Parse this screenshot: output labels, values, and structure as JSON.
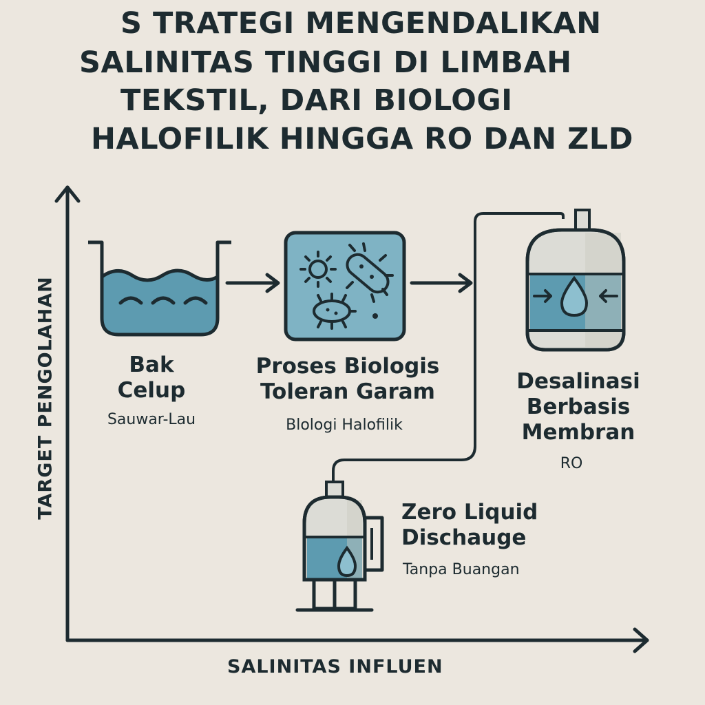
{
  "title": {
    "lines": [
      "S TRATEGI MENGENDALIKAN",
      "SALINITAS TINGGI DI LIMBAH",
      "TEKSTIL, DARI BIOLOGI",
      "HALOFILIK HINGGA RO DAN ZLD"
    ]
  },
  "axes": {
    "x_label": "SALINITAS INFLUEN",
    "y_label": "TARGET PENGOLAHAN"
  },
  "nodes": {
    "bak": {
      "title_lines": [
        "Bak",
        "Celup"
      ],
      "subtitle": "Sauwar-Lau",
      "icon": "dye-tank-icon"
    },
    "bio": {
      "title_lines": [
        "Proses Biologis",
        "Toleran Garam"
      ],
      "subtitle": "Blologi Halofilik",
      "icon": "bacteria-icon"
    },
    "ro": {
      "title_lines": [
        "Desalinasi",
        "Berbasis",
        "Membran"
      ],
      "subtitle": "RO",
      "icon": "membrane-vessel-icon"
    },
    "zld": {
      "title_lines": [
        "Zero Liquid",
        "Dischauge"
      ],
      "subtitle": "Tanpa Buangan",
      "icon": "zld-tank-icon"
    }
  },
  "colors": {
    "background": "#ece7df",
    "ink": "#1d2b30",
    "water": "#5d9bb0",
    "water_light": "#8dbfcf",
    "panel": "#7fb3c4",
    "tank_body": "#dcdcd6"
  }
}
